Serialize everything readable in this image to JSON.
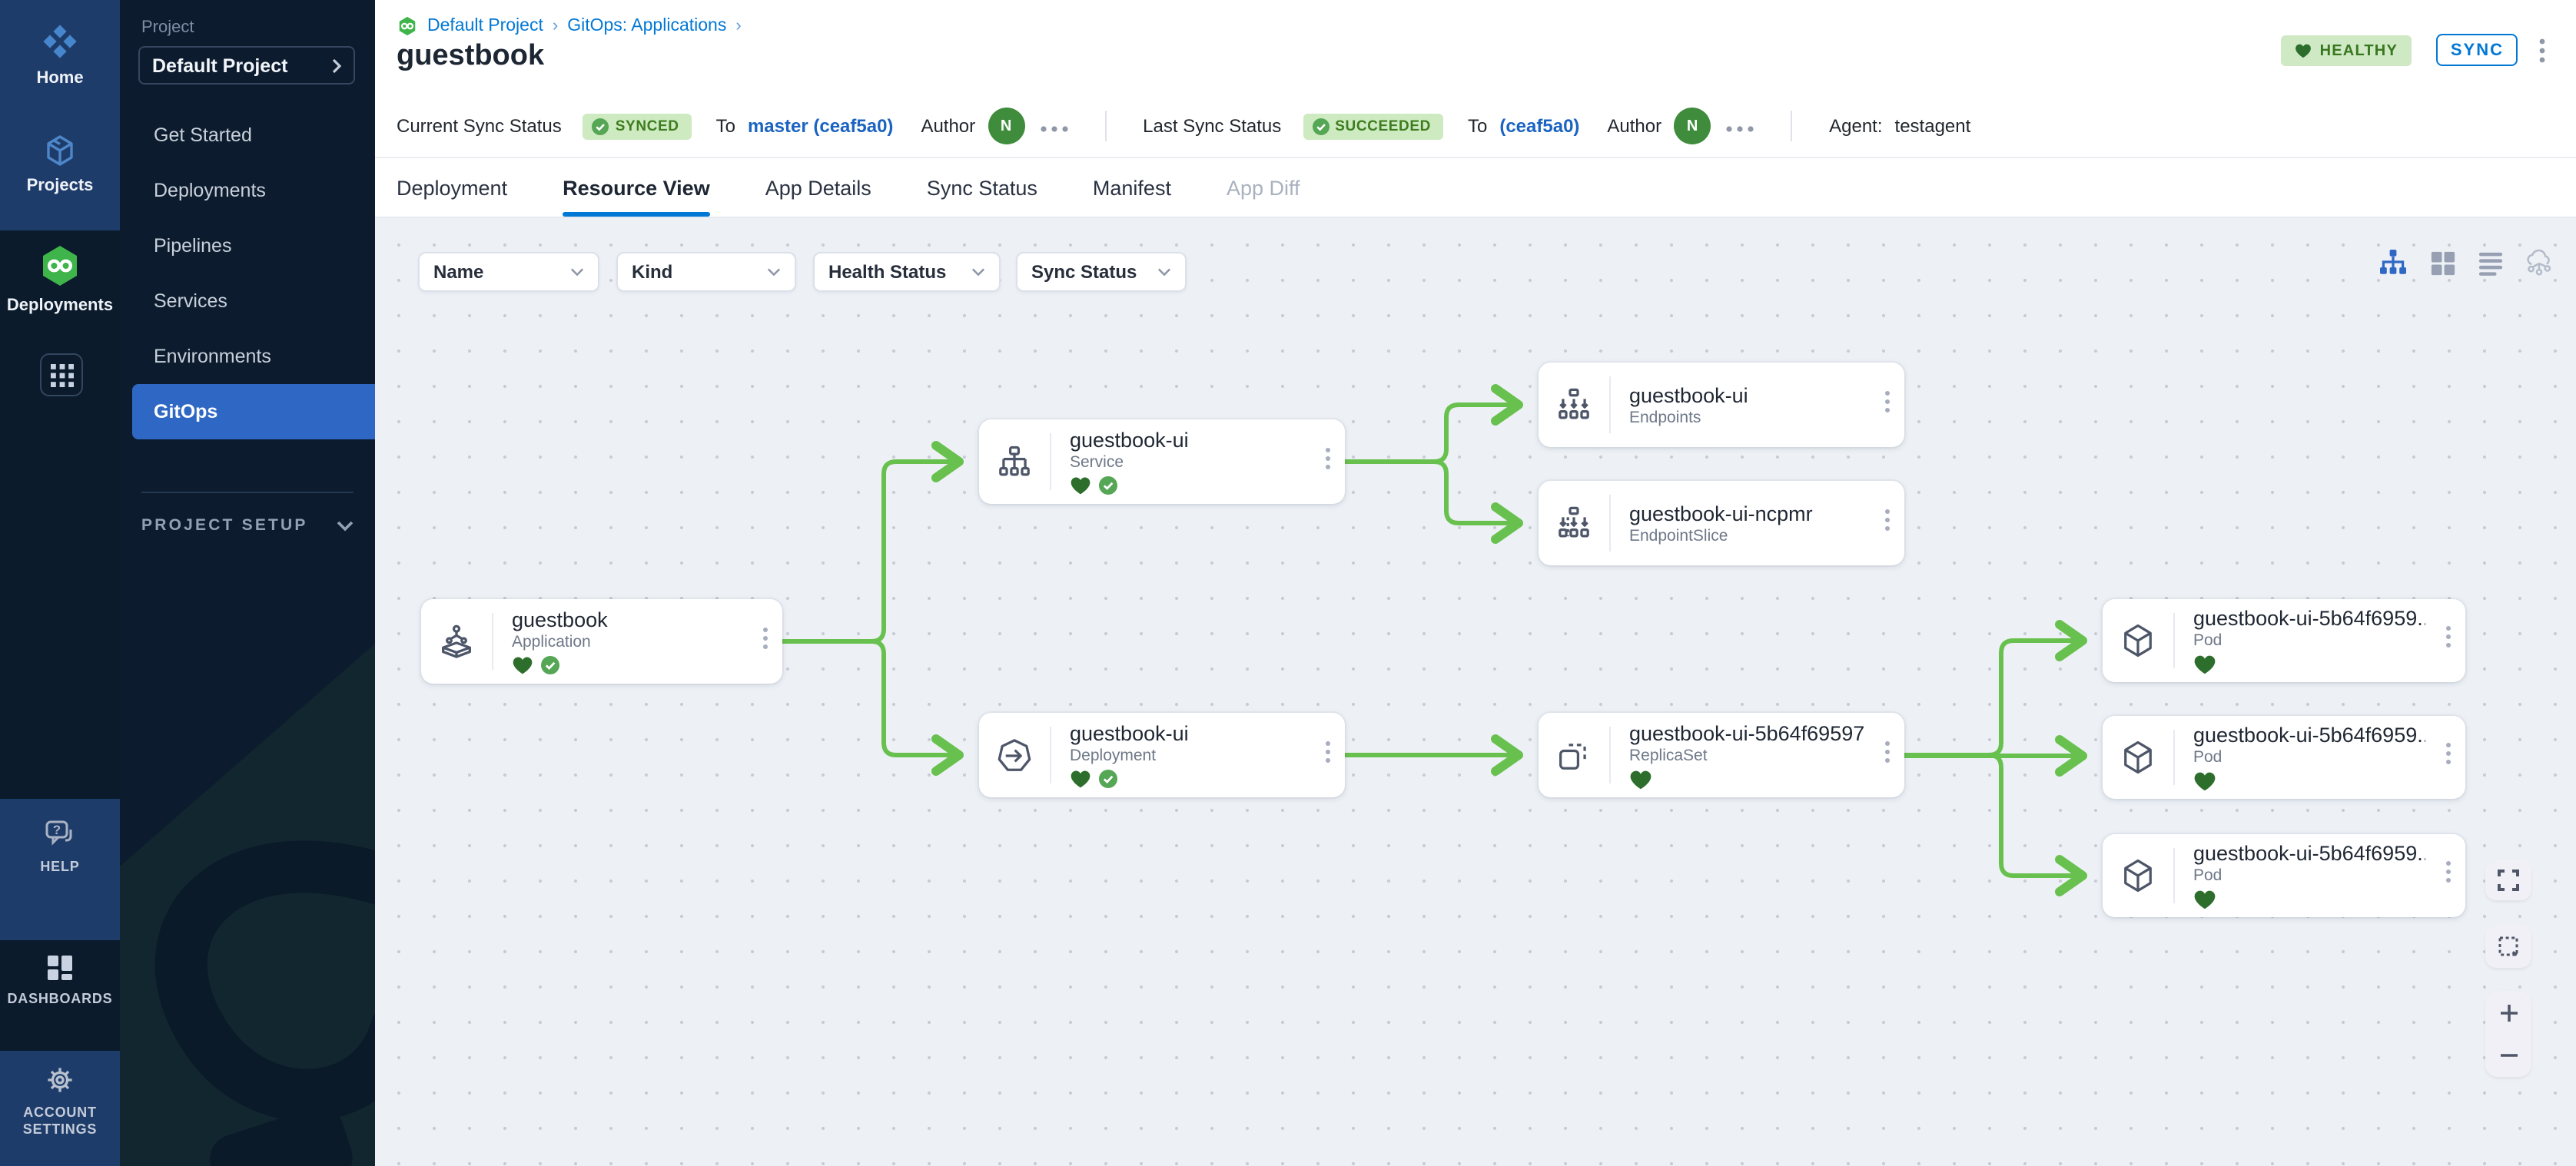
{
  "rail": {
    "items": [
      {
        "label": "Home",
        "icon": "home-logo-icon"
      },
      {
        "label": "Projects",
        "icon": "cube-icon"
      },
      {
        "label": "Deployments",
        "icon": "infinity-hexagon-icon",
        "active": true
      }
    ],
    "bottom": [
      {
        "label": "HELP",
        "icon": "help-chat-icon"
      },
      {
        "label": "DASHBOARDS",
        "icon": "dashboards-grid-icon"
      },
      {
        "label": "ACCOUNT SETTINGS",
        "icon": "gear-icon"
      }
    ]
  },
  "pnav": {
    "section": "Project",
    "selector": "Default Project",
    "items": [
      "Get Started",
      "Deployments",
      "Pipelines",
      "Services",
      "Environments",
      "GitOps"
    ],
    "active_item": "GitOps",
    "setup": "PROJECT SETUP"
  },
  "header": {
    "crumb1": "Default Project",
    "crumb2": "GitOps: Applications",
    "title": "guestbook",
    "health_badge": "HEALTHY",
    "sync_button": "SYNC"
  },
  "status": {
    "current_label": "Current Sync Status",
    "current_badge": "SYNCED",
    "to1": "To",
    "rev1": "master (ceaf5a0)",
    "author1": "Author",
    "initial1": "N",
    "last_label": "Last Sync Status",
    "last_badge": "SUCCEEDED",
    "to2": "To",
    "rev2": "(ceaf5a0)",
    "author2": "Author",
    "initial2": "N",
    "agent_label": "Agent:",
    "agent_value": "testagent"
  },
  "tabs": [
    "Deployment",
    "Resource View",
    "App Details",
    "Sync Status",
    "Manifest",
    "App Diff"
  ],
  "active_tab": "Resource View",
  "filters": [
    "Name",
    "Kind",
    "Health Status",
    "Sync Status"
  ],
  "view_toggles": [
    {
      "icon": "tree-view-icon",
      "active": true
    },
    {
      "icon": "grid-view-icon",
      "active": false
    },
    {
      "icon": "list-view-icon",
      "active": false
    },
    {
      "icon": "network-view-icon",
      "active": false
    }
  ],
  "nodes": [
    {
      "name": "guestbook",
      "kind": "Application",
      "healthy": true,
      "synced": true
    },
    {
      "name": "guestbook-ui",
      "kind": "Service",
      "healthy": true,
      "synced": true
    },
    {
      "name": "guestbook-ui",
      "kind": "Endpoints",
      "healthy": false,
      "synced": false
    },
    {
      "name": "guestbook-ui-ncpmr",
      "kind": "EndpointSlice",
      "healthy": false,
      "synced": false
    },
    {
      "name": "guestbook-ui",
      "kind": "Deployment",
      "healthy": true,
      "synced": true
    },
    {
      "name": "guestbook-ui-5b64f69597",
      "kind": "ReplicaSet",
      "healthy": true,
      "synced": false
    },
    {
      "name": "guestbook-ui-5b64f6959...",
      "kind": "Pod",
      "healthy": true,
      "synced": false
    },
    {
      "name": "guestbook-ui-5b64f6959...",
      "kind": "Pod",
      "healthy": true,
      "synced": false
    },
    {
      "name": "guestbook-ui-5b64f6959...",
      "kind": "Pod",
      "healthy": true,
      "synced": false
    }
  ],
  "colors": {
    "accent_blue": "#0278d5",
    "selected_blue": "#2f68c4",
    "connector_green": "#68c14e",
    "healthy_heart": "#2d6e2d",
    "synced_check": "#55a655",
    "badge_bg": "#cdeac0",
    "badge_text": "#3e7d1f",
    "rail_light": "#1e3c6a",
    "rail_dark": "#0b1b2c",
    "canvas_bg": "#edf1f6"
  }
}
